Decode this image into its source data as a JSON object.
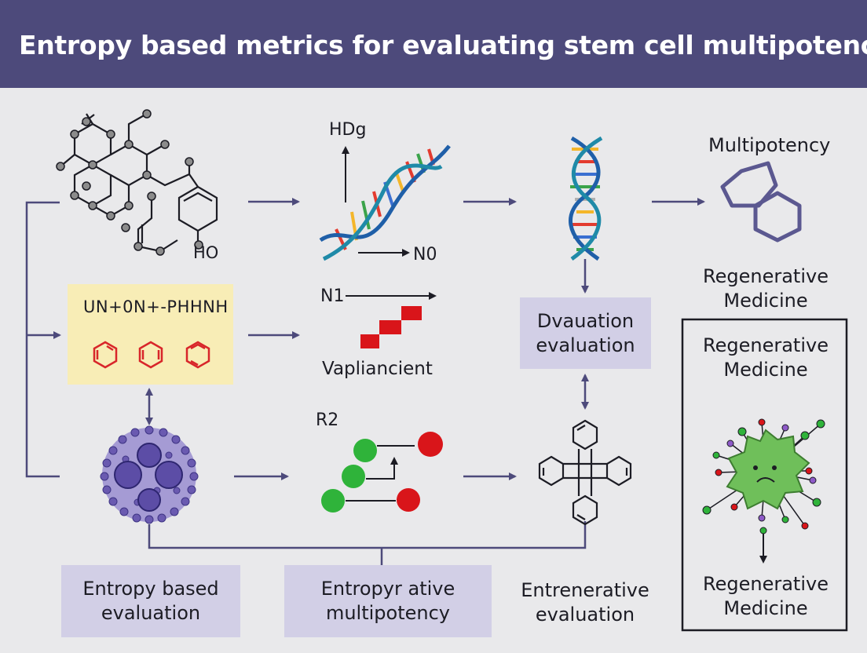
{
  "title": "Entropy based metrics for evaluating stem cell multipotency",
  "row1": {
    "molecule_label": "HO",
    "dna_y_label": "HDg",
    "dna_x_label": "N0",
    "multipotency_label": "Multipotency"
  },
  "row2": {
    "formula_text": "UN+0N+-PHHNH",
    "plot_label": "N1",
    "plot_caption": "Vapliancient",
    "eval_box": [
      "Dvauation",
      "evaluation"
    ],
    "regen_top": [
      "Regenerative",
      "Medicine"
    ]
  },
  "row3": {
    "graph_label": "R2"
  },
  "right_panel": {
    "top": [
      "Regenerative",
      "Medicine"
    ],
    "bottom": [
      "Regenerative",
      "Medicine"
    ]
  },
  "bottom_boxes": [
    [
      "Entropy based",
      "evaluation"
    ],
    [
      "Entropyr ative",
      "multipotency"
    ],
    [
      "Entrenerative",
      "evaluation"
    ]
  ],
  "colors": {
    "header_bg": "#4d4a7b",
    "box_bg": "#d2cfe6",
    "formula_bg": "#f8edb6",
    "arrow": "#4d4a7b",
    "cell_green": "#6fbf5a",
    "node_red": "#d9151a",
    "node_green": "#2fb33a"
  }
}
